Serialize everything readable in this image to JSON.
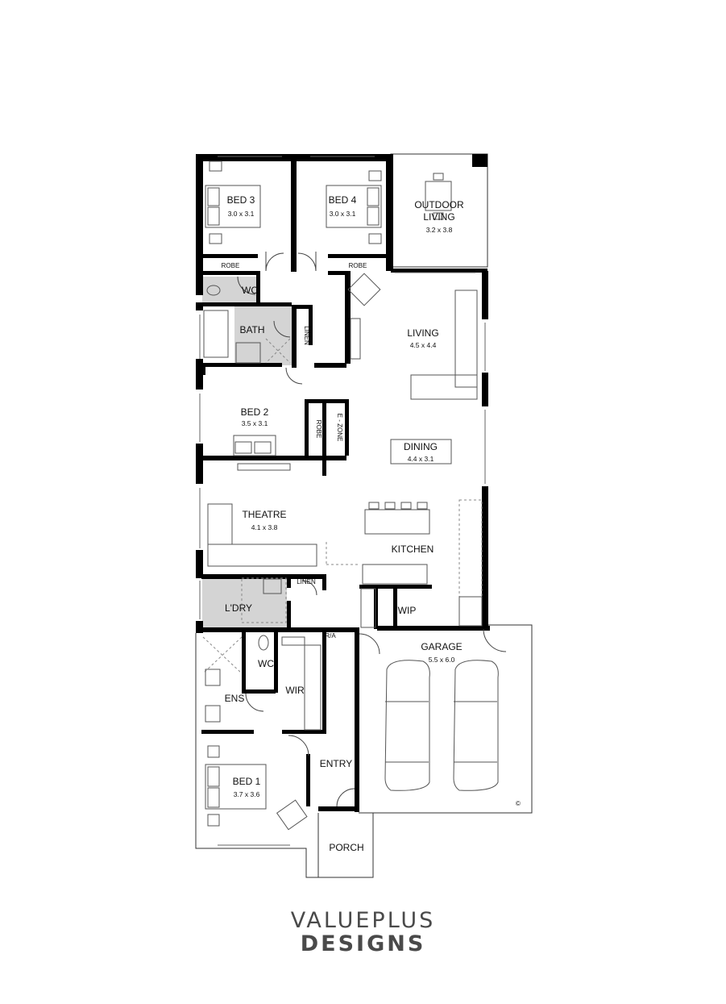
{
  "rooms": {
    "bed3": {
      "name": "BED 3",
      "size": "3.0 x 3.1"
    },
    "bed4": {
      "name": "BED 4",
      "size": "3.0 x 3.1"
    },
    "outdoor": {
      "name1": "OUTDOOR",
      "name2": "LIVING",
      "size": "3.2 x 3.8"
    },
    "robe3": "ROBE",
    "robe4": "ROBE",
    "wc_upper": "WC",
    "bath": "BATH",
    "linen_upper": "LINEN",
    "living": {
      "name": "LIVING",
      "size": "4.5 x 4.4"
    },
    "bed2": {
      "name": "BED 2",
      "size": "3.5 x 3.1"
    },
    "robe2": "ROBE",
    "ezone": "E - ZONE",
    "dining": {
      "name": "DINING",
      "size": "4.4 x 3.1"
    },
    "theatre": {
      "name": "THEATRE",
      "size": "4.1 x 3.8"
    },
    "kitchen": "KITCHEN",
    "linen_lower": "LINEN",
    "laundry": "L'DRY",
    "wip": "WIP",
    "ra": "R/A",
    "garage": {
      "name": "GARAGE",
      "size": "5.5 x 6.0"
    },
    "wc_lower": "WC",
    "ens": "ENS",
    "wir": "WIR",
    "entry": "ENTRY",
    "bed1": {
      "name": "BED 1",
      "size": "3.7 x 3.6"
    },
    "porch": "PORCH",
    "copyright": "©"
  },
  "brand": {
    "line1_light": "VALUE",
    "line1_bold": "PLUS",
    "line2": "DESIGNS"
  }
}
